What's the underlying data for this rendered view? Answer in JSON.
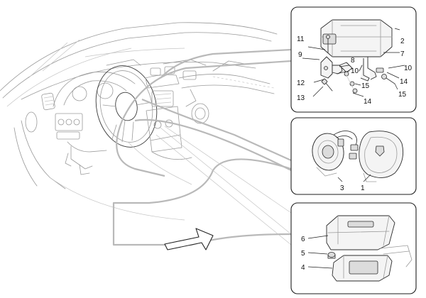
{
  "callouts": {
    "c1": "1",
    "c2": "2",
    "c3": "3",
    "c4": "4",
    "c5": "5",
    "c6": "6",
    "c7": "7",
    "c8": "8",
    "c9": "9",
    "c10a": "10",
    "c10b": "10",
    "c11": "11",
    "c12": "12",
    "c13": "13",
    "c14a": "14",
    "c14b": "14",
    "c15a": "15",
    "c15b": "15"
  },
  "colors": {
    "line": "#3a3a3a",
    "panel_border": "#1e1e1e",
    "guide": "#b9b9b9"
  }
}
